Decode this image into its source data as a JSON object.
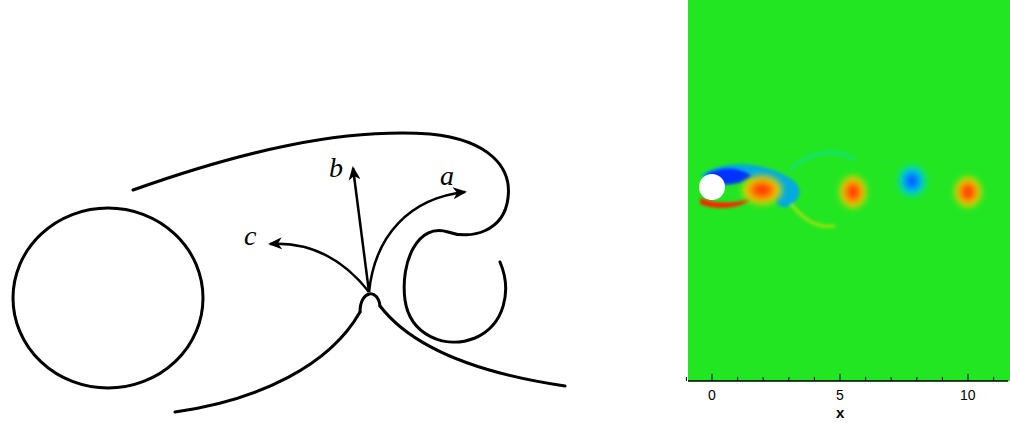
{
  "diagram": {
    "labels": [
      "a",
      "b",
      "c",
      "0",
      "5",
      "10",
      "x"
    ]
  }
}
